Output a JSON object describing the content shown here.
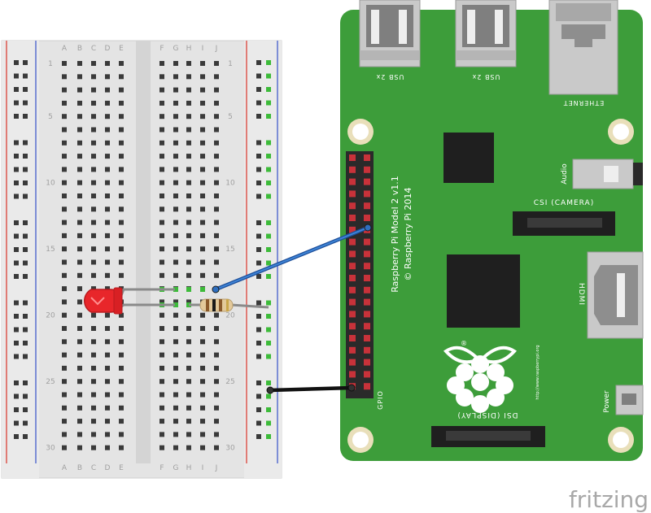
{
  "breadboard": {
    "columns_left": [
      "A",
      "B",
      "C",
      "D",
      "E"
    ],
    "columns_right": [
      "F",
      "G",
      "H",
      "I",
      "J"
    ],
    "row_numbers": [
      "1",
      "5",
      "10",
      "15",
      "20",
      "25",
      "30"
    ]
  },
  "pi": {
    "model_line1": "Raspberry Pi Model 2 v1.1",
    "model_line2": "© Raspberry Pi 2014",
    "usb_label_1": "USB 2x",
    "usb_label_2": "USB 2x",
    "ethernet_label": "ETHERNET",
    "audio_label": "Audio",
    "csi_label": "CSI (CAMERA)",
    "hdmi_label": "HDMI",
    "power_label": "Power",
    "dsi_label": "DSI (DISPLAY)",
    "gpio_label": "GPIO",
    "url": "http://www.raspberrypi.org",
    "logo_mark": "®"
  },
  "watermark": "fritzing",
  "colors": {
    "board_green": "#3d9d3a",
    "breadboard": "#e6e6e6",
    "wire_blue": "#2f6fbf",
    "wire_black": "#222222",
    "led_red": "#e8262a",
    "rail_red": "#d9352a",
    "rail_blue": "#3550c8"
  }
}
